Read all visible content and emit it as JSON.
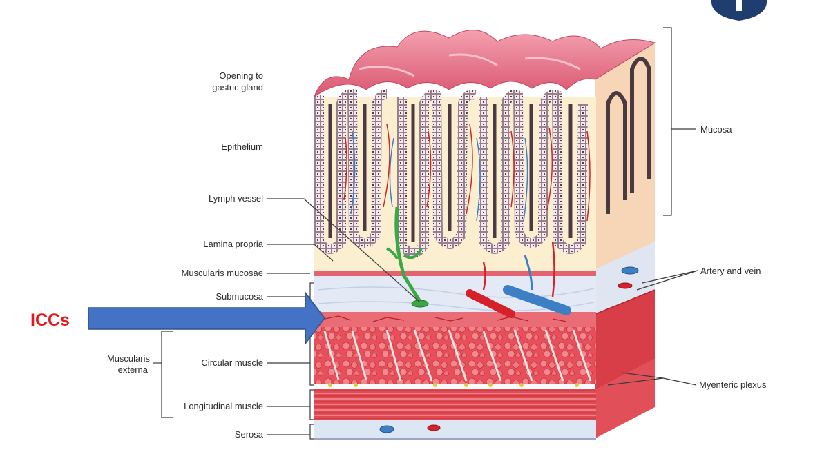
{
  "labels": {
    "opening_line1": "Opening to",
    "opening_line2": "gastric gland",
    "epithelium": "Epithelium",
    "lymph_vessel": "Lymph vessel",
    "lamina_propria": "Lamina propria",
    "muscularis_mucosae": "Muscularis mucosae",
    "submucosa": "Submucosa",
    "muscularis_line1": "Muscularis",
    "muscularis_line2": "externa",
    "circular_muscle": "Circular muscle",
    "longitudinal_muscle": "Longitudinal muscle",
    "serosa": "Serosa",
    "mucosa": "Mucosa",
    "artery_vein": "Artery and vein",
    "myenteric_plexus": "Myenteric plexus"
  },
  "annotation": {
    "icc_label": "ICCs",
    "label_color": "#e8151b",
    "arrow_color": "#4472c4"
  },
  "colors": {
    "mucosa_surface": "#e06a80",
    "lamina": "#fbefd0",
    "submucosa": "#e3e9f5",
    "muscle": "#d9444c",
    "artery": "#d6212a",
    "vein": "#3d7fc4",
    "lymph": "#3ba845",
    "serosa": "#dde7f4",
    "shield": "#1f3d6e"
  }
}
